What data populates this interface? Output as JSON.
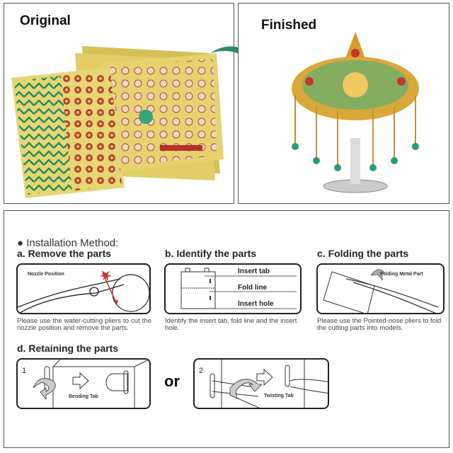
{
  "top": {
    "original_label": "Original",
    "finished_label": "Finished"
  },
  "install": {
    "heading": "Installation Method:",
    "steps": [
      {
        "title": "a. Remove the parts",
        "label": "Nozzle Position",
        "caption": "Please use the water-cutting pliers to cut the nozzle position and remove the parts."
      },
      {
        "title": "b. Identify the parts",
        "labels": [
          "Insert tab",
          "Fold line",
          "Insert hole"
        ],
        "caption": "Identify the insert tab, fold line and the insert hole."
      },
      {
        "title": "c. Folding the parts",
        "label": "Folding Metal Part",
        "caption": "Please use the Pointed-nose pliers to fold the cutting parts into models."
      }
    ],
    "retain": {
      "title": "d. Retaining the parts",
      "option1_num": "1",
      "option1_label": "Bending Tab",
      "or": "or",
      "option2_num": "2",
      "option2_label": "Twisting Tab"
    }
  },
  "colors": {
    "arrow": "#2e8b6b",
    "gold": "#d8c24a",
    "red": "#b5302a",
    "green": "#2a8a5a"
  }
}
